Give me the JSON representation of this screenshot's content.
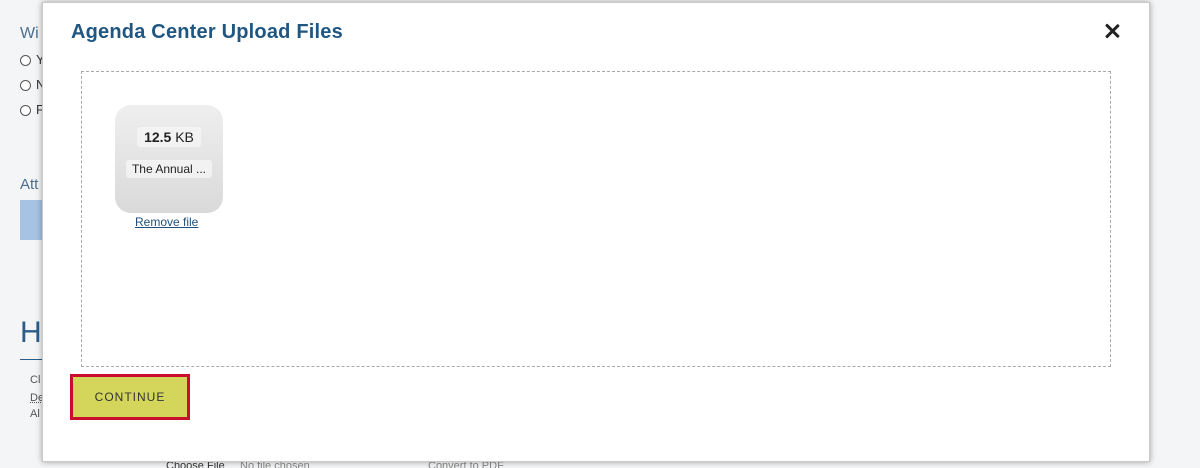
{
  "background": {
    "question_fragment": "Wi",
    "radio_options": [
      "Y",
      "N",
      "F"
    ],
    "attach_fragment": "Att",
    "heading_fragment": "H",
    "small_lines": [
      "Cl",
      "De",
      "Al"
    ],
    "bottom_left": "Choose File",
    "bottom_mid": "No file chosen",
    "bottom_right": "Convert to PDF"
  },
  "modal": {
    "title": "Agenda Center Upload Files",
    "file": {
      "size_value": "12.5",
      "size_unit": "KB",
      "name": "The Annual ...",
      "remove_label": "Remove file"
    },
    "continue_label": "CONTINUE"
  },
  "colors": {
    "title": "#1f5682",
    "continue_bg": "#d3d65a",
    "continue_border": "#c8102e",
    "link": "#1f4f7a"
  },
  "icons": {
    "close": "close-icon"
  }
}
